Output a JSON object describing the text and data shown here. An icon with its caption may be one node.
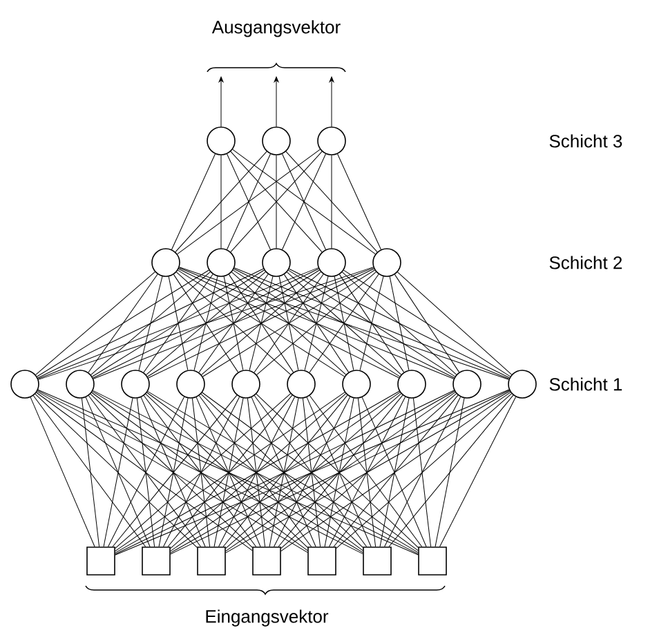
{
  "diagram": {
    "nodes": [
      {
        "text": [],
        "shape": "circle"
      },
      {
        "text": [],
        "shape": "circle"
      },
      {
        "text": [],
        "shape": "circle"
      },
      {
        "text": [],
        "shape": "circle"
      },
      {
        "text": [],
        "shape": "circle"
      },
      {
        "text": [],
        "shape": "circle"
      },
      {
        "text": [],
        "shape": "circle"
      },
      {
        "text": [],
        "shape": "circle"
      },
      {
        "text": [],
        "shape": "circle"
      },
      {
        "text": [],
        "shape": "circle"
      },
      {
        "text": [],
        "shape": "circle"
      },
      {
        "text": [],
        "shape": "circle"
      },
      {
        "text": [],
        "shape": "circle"
      },
      {
        "text": [],
        "shape": "circle"
      },
      {
        "text": [],
        "shape": "circle"
      },
      {
        "text": [],
        "shape": "circle"
      },
      {
        "text": [],
        "shape": "circle"
      },
      {
        "text": [],
        "shape": "circle"
      },
      {
        "text": [],
        "shape": "box"
      },
      {
        "text": [],
        "shape": "box"
      },
      {
        "text": [],
        "shape": "box"
      },
      {
        "text": [],
        "shape": "box"
      },
      {
        "text": [],
        "shape": "box"
      },
      {
        "text": [],
        "shape": "box"
      },
      {
        "text": [],
        "shape": "box"
      }
    ],
    "edges": [
      {
        "from": 0,
        "to": null,
        "arrow": "to"
      },
      {
        "from": 1,
        "to": null,
        "arrow": "to"
      },
      {
        "from": 2,
        "to": null,
        "arrow": "to"
      },
      {
        "from": 3,
        "to": 0,
        "arrow": "none"
      },
      {
        "from": 3,
        "to": 1,
        "arrow": "none"
      },
      {
        "from": 3,
        "to": 2,
        "arrow": "none"
      },
      {
        "from": 4,
        "to": 0,
        "arrow": "none"
      },
      {
        "from": 4,
        "to": 1,
        "arrow": "none"
      },
      {
        "from": 4,
        "to": 2,
        "arrow": "none"
      },
      {
        "from": 5,
        "to": 0,
        "arrow": "none"
      },
      {
        "from": 5,
        "to": 1,
        "arrow": "none"
      },
      {
        "from": 5,
        "to": 2,
        "arrow": "none"
      },
      {
        "from": 6,
        "to": 0,
        "arrow": "none"
      },
      {
        "from": 6,
        "to": 1,
        "arrow": "none"
      },
      {
        "from": 6,
        "to": 2,
        "arrow": "none"
      },
      {
        "from": 7,
        "to": 0,
        "arrow": "none"
      },
      {
        "from": 7,
        "to": 1,
        "arrow": "none"
      },
      {
        "from": 7,
        "to": 2,
        "arrow": "none"
      },
      {
        "from": 8,
        "to": 3,
        "arrow": "none"
      },
      {
        "from": 8,
        "to": 4,
        "arrow": "none"
      },
      {
        "from": 8,
        "to": 5,
        "arrow": "none"
      },
      {
        "from": 8,
        "to": 6,
        "arrow": "none"
      },
      {
        "from": 8,
        "to": 7,
        "arrow": "none"
      },
      {
        "from": 9,
        "to": 3,
        "arrow": "none"
      },
      {
        "from": 9,
        "to": 4,
        "arrow": "none"
      },
      {
        "from": 9,
        "to": 5,
        "arrow": "none"
      },
      {
        "from": 9,
        "to": 6,
        "arrow": "none"
      },
      {
        "from": 9,
        "to": 7,
        "arrow": "none"
      },
      {
        "from": 10,
        "to": 3,
        "arrow": "none"
      },
      {
        "from": 10,
        "to": 4,
        "arrow": "none"
      },
      {
        "from": 10,
        "to": 5,
        "arrow": "none"
      },
      {
        "from": 10,
        "to": 6,
        "arrow": "none"
      },
      {
        "from": 10,
        "to": 7,
        "arrow": "none"
      },
      {
        "from": 11,
        "to": 3,
        "arrow": "none"
      },
      {
        "from": 11,
        "to": 4,
        "arrow": "none"
      },
      {
        "from": 11,
        "to": 5,
        "arrow": "none"
      },
      {
        "from": 11,
        "to": 6,
        "arrow": "none"
      },
      {
        "from": 11,
        "to": 7,
        "arrow": "none"
      },
      {
        "from": 12,
        "to": 3,
        "arrow": "none"
      },
      {
        "from": 12,
        "to": 4,
        "arrow": "none"
      },
      {
        "from": 12,
        "to": 5,
        "arrow": "none"
      },
      {
        "from": 12,
        "to": 6,
        "arrow": "none"
      },
      {
        "from": 12,
        "to": 7,
        "arrow": "none"
      },
      {
        "from": 13,
        "to": 3,
        "arrow": "none"
      },
      {
        "from": 13,
        "to": 4,
        "arrow": "none"
      },
      {
        "from": 13,
        "to": 5,
        "arrow": "none"
      },
      {
        "from": 13,
        "to": 6,
        "arrow": "none"
      },
      {
        "from": 13,
        "to": 7,
        "arrow": "none"
      },
      {
        "from": 14,
        "to": 3,
        "arrow": "none"
      },
      {
        "from": 14,
        "to": 4,
        "arrow": "none"
      },
      {
        "from": 14,
        "to": 5,
        "arrow": "none"
      },
      {
        "from": 14,
        "to": 6,
        "arrow": "none"
      },
      {
        "from": 14,
        "to": 7,
        "arrow": "none"
      },
      {
        "from": 15,
        "to": 3,
        "arrow": "none"
      },
      {
        "from": 15,
        "to": 4,
        "arrow": "none"
      },
      {
        "from": 15,
        "to": 5,
        "arrow": "none"
      },
      {
        "from": 15,
        "to": 6,
        "arrow": "none"
      },
      {
        "from": 15,
        "to": 7,
        "arrow": "none"
      },
      {
        "from": 16,
        "to": 3,
        "arrow": "none"
      },
      {
        "from": 16,
        "to": 4,
        "arrow": "none"
      },
      {
        "from": 16,
        "to": 5,
        "arrow": "none"
      },
      {
        "from": 16,
        "to": 6,
        "arrow": "none"
      },
      {
        "from": 16,
        "to": 7,
        "arrow": "none"
      },
      {
        "from": 17,
        "to": 3,
        "arrow": "none"
      },
      {
        "from": 17,
        "to": 4,
        "arrow": "none"
      },
      {
        "from": 17,
        "to": 5,
        "arrow": "none"
      },
      {
        "from": 17,
        "to": 6,
        "arrow": "none"
      },
      {
        "from": 17,
        "to": 7,
        "arrow": "none"
      },
      {
        "from": 18,
        "to": 8,
        "arrow": "none"
      },
      {
        "from": 18,
        "to": 9,
        "arrow": "none"
      },
      {
        "from": 18,
        "to": 10,
        "arrow": "none"
      },
      {
        "from": 18,
        "to": 11,
        "arrow": "none"
      },
      {
        "from": 18,
        "to": 12,
        "arrow": "none"
      },
      {
        "from": 18,
        "to": 13,
        "arrow": "none"
      },
      {
        "from": 18,
        "to": 14,
        "arrow": "none"
      },
      {
        "from": 18,
        "to": 15,
        "arrow": "none"
      },
      {
        "from": 18,
        "to": 16,
        "arrow": "none"
      },
      {
        "from": 18,
        "to": 17,
        "arrow": "none"
      },
      {
        "from": 19,
        "to": 8,
        "arrow": "none"
      },
      {
        "from": 19,
        "to": 9,
        "arrow": "none"
      },
      {
        "from": 19,
        "to": 10,
        "arrow": "none"
      },
      {
        "from": 19,
        "to": 11,
        "arrow": "none"
      },
      {
        "from": 19,
        "to": 12,
        "arrow": "none"
      },
      {
        "from": 19,
        "to": 13,
        "arrow": "none"
      },
      {
        "from": 19,
        "to": 14,
        "arrow": "none"
      },
      {
        "from": 19,
        "to": 15,
        "arrow": "none"
      },
      {
        "from": 19,
        "to": 16,
        "arrow": "none"
      },
      {
        "from": 19,
        "to": 17,
        "arrow": "none"
      },
      {
        "from": 20,
        "to": 8,
        "arrow": "none"
      },
      {
        "from": 20,
        "to": 9,
        "arrow": "none"
      },
      {
        "from": 20,
        "to": 10,
        "arrow": "none"
      },
      {
        "from": 20,
        "to": 11,
        "arrow": "none"
      },
      {
        "from": 20,
        "to": 12,
        "arrow": "none"
      },
      {
        "from": 20,
        "to": 13,
        "arrow": "none"
      },
      {
        "from": 20,
        "to": 14,
        "arrow": "none"
      },
      {
        "from": 20,
        "to": 15,
        "arrow": "none"
      },
      {
        "from": 20,
        "to": 16,
        "arrow": "none"
      },
      {
        "from": 20,
        "to": 17,
        "arrow": "none"
      },
      {
        "from": 21,
        "to": 8,
        "arrow": "none"
      },
      {
        "from": 21,
        "to": 9,
        "arrow": "none"
      },
      {
        "from": 21,
        "to": 10,
        "arrow": "none"
      },
      {
        "from": 21,
        "to": 11,
        "arrow": "none"
      },
      {
        "from": 21,
        "to": 12,
        "arrow": "none"
      },
      {
        "from": 21,
        "to": 13,
        "arrow": "none"
      },
      {
        "from": 21,
        "to": 14,
        "arrow": "none"
      },
      {
        "from": 21,
        "to": 15,
        "arrow": "none"
      },
      {
        "from": 21,
        "to": 16,
        "arrow": "none"
      },
      {
        "from": 21,
        "to": 17,
        "arrow": "none"
      },
      {
        "from": 22,
        "to": 8,
        "arrow": "none"
      },
      {
        "from": 22,
        "to": 9,
        "arrow": "none"
      },
      {
        "from": 22,
        "to": 10,
        "arrow": "none"
      },
      {
        "from": 22,
        "to": 11,
        "arrow": "none"
      },
      {
        "from": 22,
        "to": 12,
        "arrow": "none"
      },
      {
        "from": 22,
        "to": 13,
        "arrow": "none"
      },
      {
        "from": 22,
        "to": 14,
        "arrow": "none"
      },
      {
        "from": 22,
        "to": 15,
        "arrow": "none"
      },
      {
        "from": 22,
        "to": 16,
        "arrow": "none"
      },
      {
        "from": 22,
        "to": 17,
        "arrow": "none"
      },
      {
        "from": 23,
        "to": 8,
        "arrow": "none"
      },
      {
        "from": 23,
        "to": 9,
        "arrow": "none"
      },
      {
        "from": 23,
        "to": 10,
        "arrow": "none"
      },
      {
        "from": 23,
        "to": 11,
        "arrow": "none"
      },
      {
        "from": 23,
        "to": 12,
        "arrow": "none"
      },
      {
        "from": 23,
        "to": 13,
        "arrow": "none"
      },
      {
        "from": 23,
        "to": 14,
        "arrow": "none"
      },
      {
        "from": 23,
        "to": 15,
        "arrow": "none"
      },
      {
        "from": 23,
        "to": 16,
        "arrow": "none"
      },
      {
        "from": 23,
        "to": 17,
        "arrow": "none"
      },
      {
        "from": 24,
        "to": 8,
        "arrow": "none"
      },
      {
        "from": 24,
        "to": 9,
        "arrow": "none"
      },
      {
        "from": 24,
        "to": 10,
        "arrow": "none"
      },
      {
        "from": 24,
        "to": 11,
        "arrow": "none"
      },
      {
        "from": 24,
        "to": 12,
        "arrow": "none"
      },
      {
        "from": 24,
        "to": 13,
        "arrow": "none"
      },
      {
        "from": 24,
        "to": 14,
        "arrow": "none"
      },
      {
        "from": 24,
        "to": 15,
        "arrow": "none"
      },
      {
        "from": 24,
        "to": 16,
        "arrow": "none"
      },
      {
        "from": 24,
        "to": 17,
        "arrow": "none"
      }
    ],
    "labels": [
      "Ausgangsvektor",
      "Schicht 3",
      "Schicht 2",
      "Schicht 1",
      "Eingangsvektor"
    ]
  }
}
